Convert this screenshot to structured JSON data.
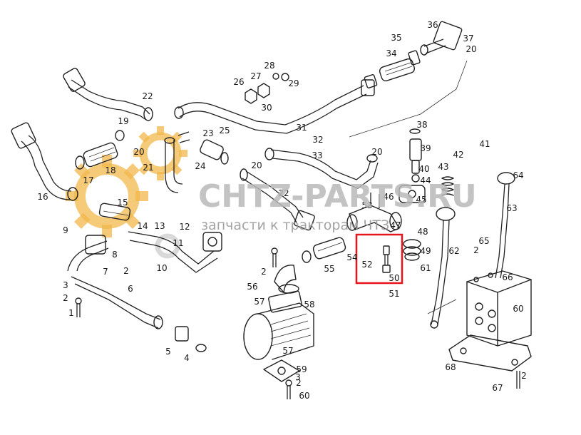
{
  "watermark": {
    "title": "CHTZ-PARTS.RU",
    "subtitle": "запчасти к тракторам ЧТЗ",
    "gear_color": "#f2b84b"
  },
  "highlight": {
    "part": "52",
    "color": "#e8141b"
  },
  "callouts": [
    "1",
    "2",
    "3",
    "4",
    "5",
    "6",
    "7",
    "8",
    "9",
    "10",
    "11",
    "12",
    "13",
    "14",
    "15",
    "16",
    "17",
    "18",
    "19",
    "20",
    "21",
    "22",
    "23",
    "24",
    "25",
    "26",
    "27",
    "28",
    "29",
    "30",
    "31",
    "32",
    "33",
    "34",
    "35",
    "36",
    "37",
    "38",
    "39",
    "40",
    "41",
    "42",
    "43",
    "44",
    "45",
    "46",
    "47",
    "48",
    "49",
    "50",
    "51",
    "52",
    "53",
    "54",
    "55",
    "56",
    "57",
    "58",
    "59",
    "60",
    "61",
    "62",
    "63",
    "64",
    "65",
    "66",
    "67",
    "68"
  ]
}
